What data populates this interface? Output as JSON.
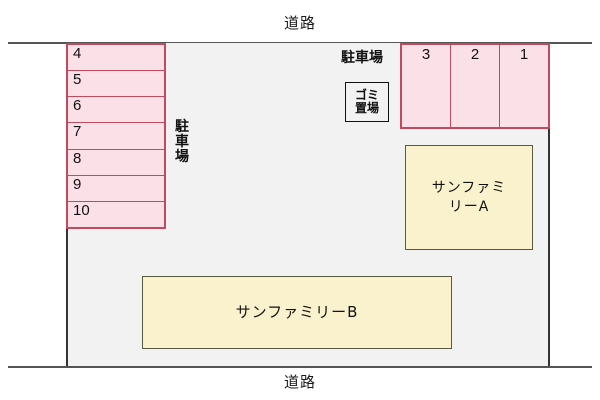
{
  "diagram": {
    "type": "property-site-plan",
    "colors": {
      "parking_fill": "#fce0e8",
      "parking_border": "#c24a5e",
      "building_fill": "#faf2cd",
      "building_border": "#5a5a44",
      "site_fill": "#f2f2f2",
      "road_line": "#555555",
      "site_border": "#333333"
    }
  },
  "roads": {
    "top_label": "道路",
    "bottom_label": "道路"
  },
  "parking": {
    "left_block": {
      "caption_chars": [
        "駐",
        "車",
        "場"
      ],
      "caption": "駐車場",
      "spaces": [
        {
          "number": "4"
        },
        {
          "number": "5"
        },
        {
          "number": "6"
        },
        {
          "number": "7"
        },
        {
          "number": "8"
        },
        {
          "number": "9"
        },
        {
          "number": "10"
        }
      ]
    },
    "top_right_block": {
      "caption": "駐車場",
      "spaces": [
        {
          "number": "3"
        },
        {
          "number": "2"
        },
        {
          "number": "1"
        }
      ]
    }
  },
  "garbage_area": {
    "line1": "ゴミ",
    "line2": "置場",
    "full": "ゴミ置場"
  },
  "buildings": [
    {
      "id": "a",
      "name": "サンファミリーA",
      "line1": "サンファミ",
      "line2": "リーA"
    },
    {
      "id": "b",
      "name": "サンファミリーB"
    }
  ]
}
